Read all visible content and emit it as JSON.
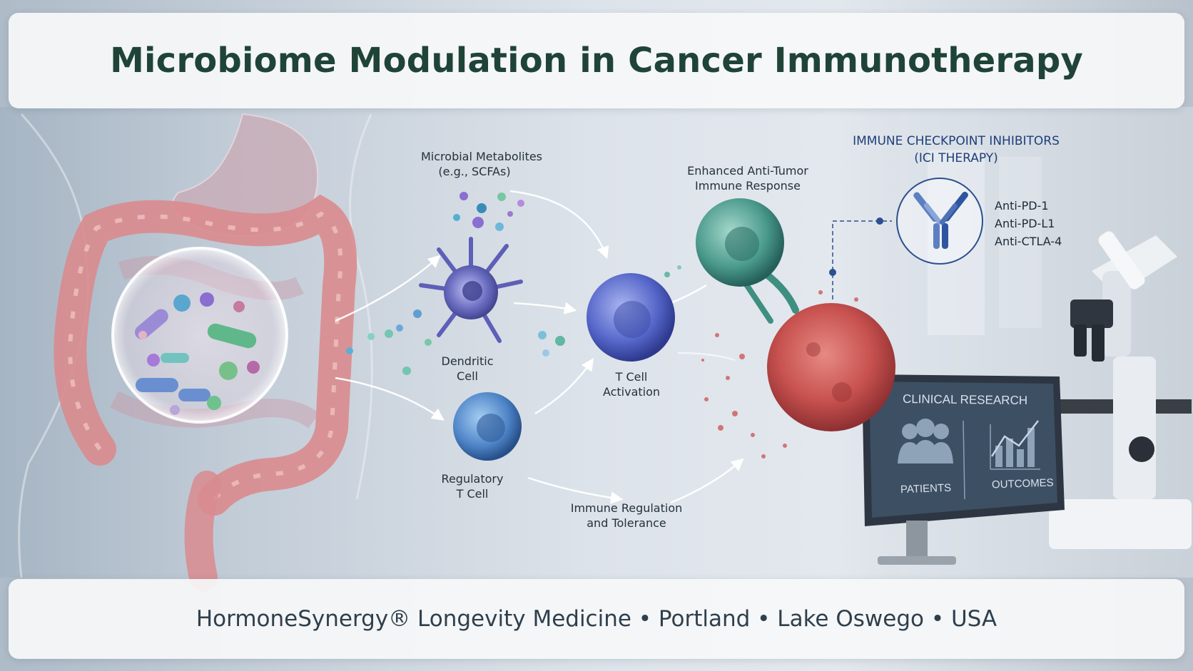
{
  "title": "Microbiome Modulation in Cancer Immunotherapy",
  "footer": "HormoneSynergy® Longevity Medicine • Portland • Lake Oswego • USA",
  "nodes": {
    "metabolites": [
      "Microbial Metabolites",
      "(e.g., SCFAs)"
    ],
    "dendritic": [
      "Dendritic",
      "Cell"
    ],
    "treg": [
      "Regulatory",
      "T Cell"
    ],
    "tcell": [
      "T Cell",
      "Activation"
    ],
    "antitumor": [
      "Enhanced Anti-Tumor",
      "Immune Response"
    ],
    "regulation": [
      "Immune Regulation",
      "and Tolerance"
    ]
  },
  "ici": {
    "heading": [
      "IMMUNE CHECKPOINT INHIBITORS",
      "(ICI THERAPY)"
    ],
    "drugs": [
      "Anti-PD-1",
      "Anti-PD-L1",
      "Anti-CTLA-4"
    ]
  },
  "monitor": {
    "heading": "CLINICAL RESEARCH",
    "left_label": "PATIENTS",
    "right_label": "OUTCOMES"
  },
  "colors": {
    "title": "#1f4437",
    "ici_text": "#1e3f78",
    "gut": "#d98b8e",
    "dendritic": "#6a6cc0",
    "tcell": "#5566c9",
    "treg": "#4f86c8",
    "activated": "#4a9a8c",
    "tumor": "#c8524f"
  }
}
